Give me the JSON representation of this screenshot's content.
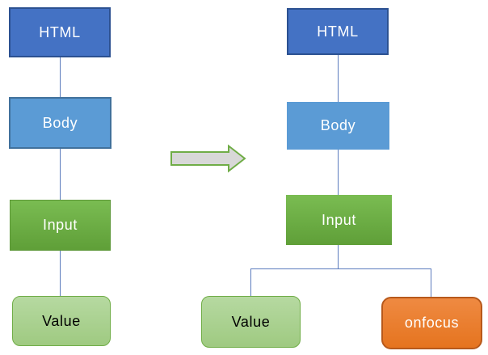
{
  "diagram": {
    "description_background": "#ffffff",
    "connector_color": "#5b7bbd",
    "left_tree": {
      "nodes": [
        {
          "id": "html",
          "label": "HTML",
          "shape": "rect",
          "fill": "#4472c4",
          "border": "#2c5191",
          "text_color": "#ffffff"
        },
        {
          "id": "body",
          "label": "Body",
          "shape": "rect",
          "fill": "#5b9bd5",
          "border": "#41719c",
          "text_color": "#ffffff"
        },
        {
          "id": "input",
          "label": "Input",
          "shape": "rect",
          "fill": "#70ad47",
          "border": "#5c9737",
          "text_color": "#ffffff"
        },
        {
          "id": "value",
          "label": "Value",
          "shape": "rounded-rect",
          "fill": "#a9d18e",
          "border": "#70ad47",
          "text_color": "#000000"
        }
      ],
      "edges": [
        [
          "HTML",
          "Body"
        ],
        [
          "Body",
          "Input"
        ],
        [
          "Input",
          "Value"
        ]
      ]
    },
    "right_tree": {
      "nodes": [
        {
          "id": "html",
          "label": "HTML",
          "shape": "rect",
          "fill": "#4472c4",
          "border": "#2c5191",
          "text_color": "#ffffff"
        },
        {
          "id": "body",
          "label": "Body",
          "shape": "rect",
          "fill": "#5b9bd5",
          "border": "none",
          "text_color": "#ffffff"
        },
        {
          "id": "input",
          "label": "Input",
          "shape": "rect",
          "fill": "#70ad47",
          "border": "none",
          "text_color": "#ffffff"
        },
        {
          "id": "value",
          "label": "Value",
          "shape": "rounded-rect",
          "fill": "#a9d18e",
          "border": "#70ad47",
          "text_color": "#000000"
        },
        {
          "id": "onfocus",
          "label": "onfocus",
          "shape": "rounded-rect",
          "fill": "#ed7d31",
          "border": "#b7591b",
          "text_color": "#ffffff"
        }
      ],
      "edges": [
        [
          "HTML",
          "Body"
        ],
        [
          "Body",
          "Input"
        ],
        [
          "Input",
          "Value"
        ],
        [
          "Input",
          "onfocus"
        ]
      ]
    },
    "transform_arrow": {
      "name": "right-arrow",
      "direction": "right",
      "fill": "#d8d8d8",
      "stroke": "#70ad47"
    }
  }
}
